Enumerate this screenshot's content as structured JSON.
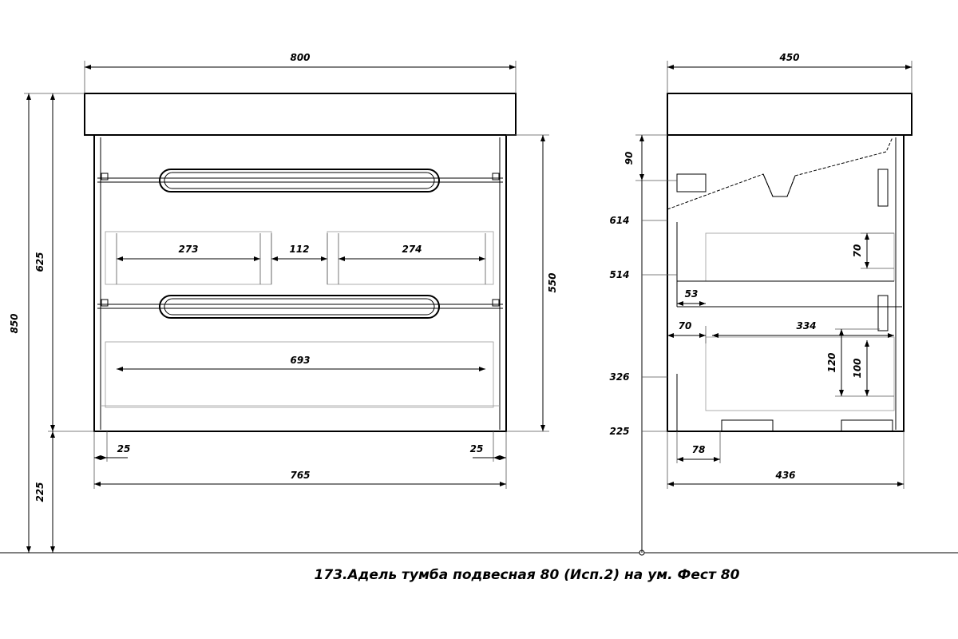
{
  "title": "173.Адель тумба подвесная 80 (Исп.2) на ум. Фест 80",
  "front_view": {
    "width_top": "800",
    "height_total": "850",
    "height_cabinet": "625",
    "height_floor": "225",
    "height_body": "550",
    "inner_left": "273",
    "inner_middle": "112",
    "inner_right": "274",
    "inner_lower": "693",
    "offset_left": "25",
    "offset_right": "25",
    "width_body": "765"
  },
  "side_view": {
    "depth_top": "450",
    "dim_90": "90",
    "level_614": "614",
    "level_514": "514",
    "level_326": "326",
    "level_225": "225",
    "dim_53": "53",
    "dim_70_h": "70",
    "dim_70_v": "70",
    "dim_334": "334",
    "dim_120": "120",
    "dim_100": "100",
    "dim_78": "78",
    "depth_body": "436"
  }
}
